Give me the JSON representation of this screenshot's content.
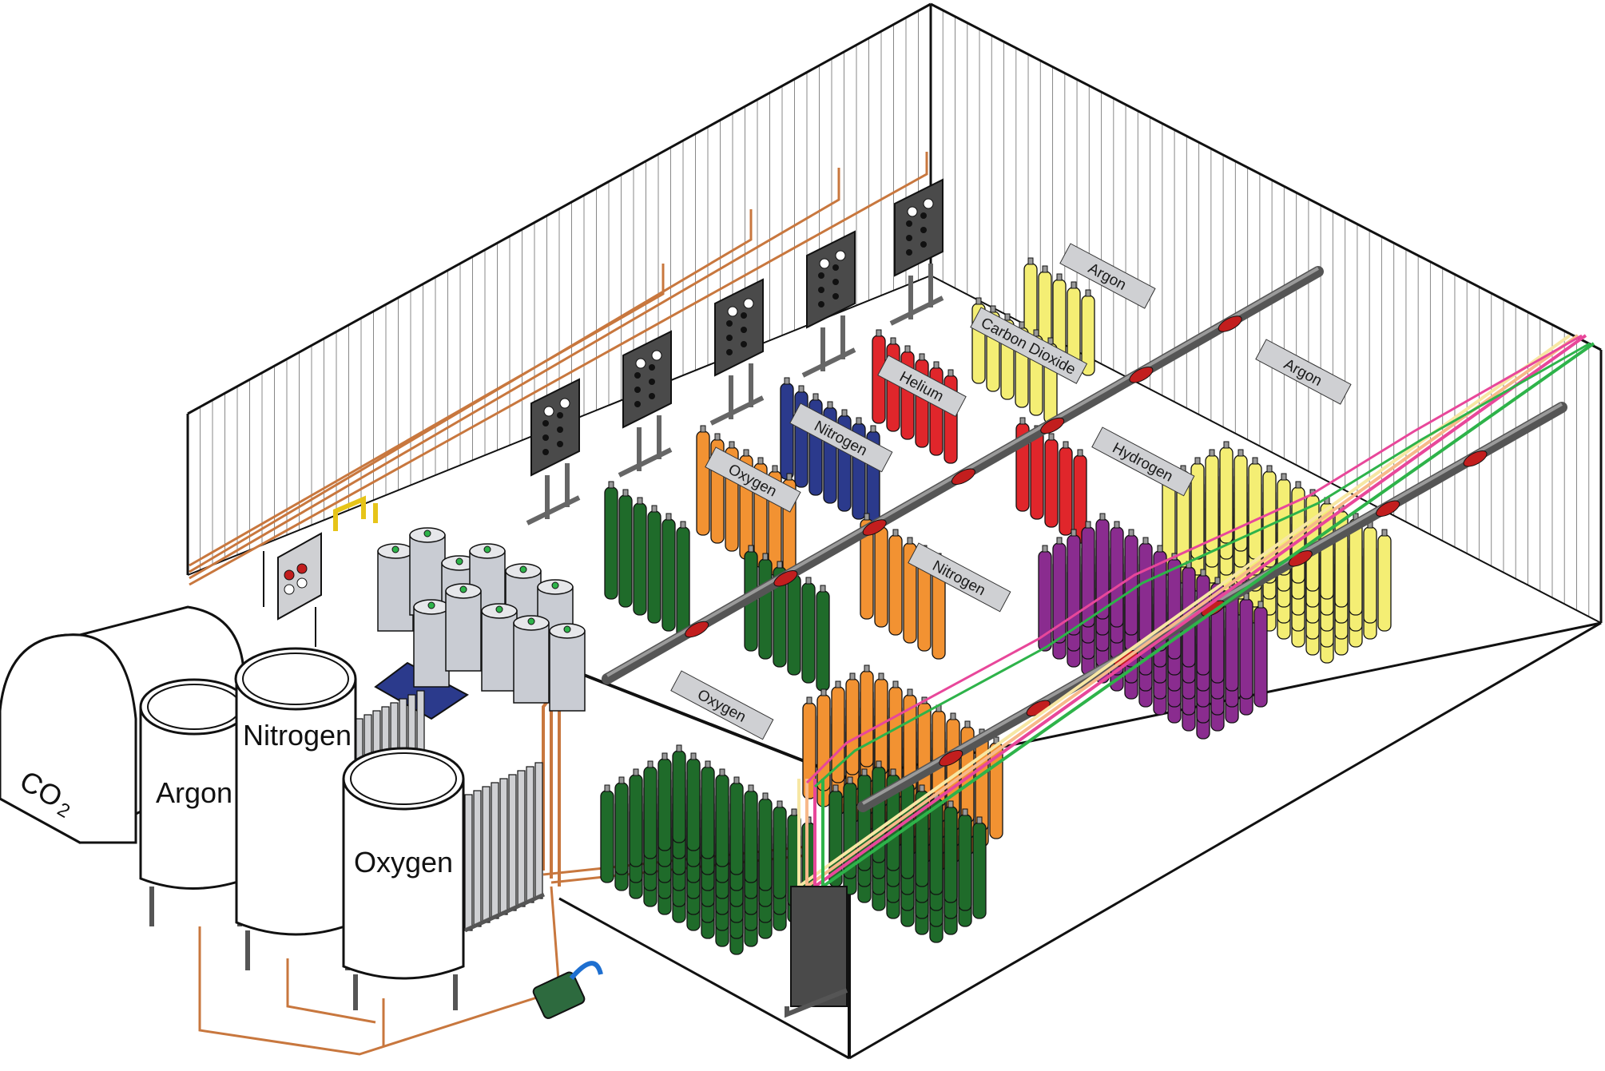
{
  "tanks": {
    "co2": "CO",
    "co2_sub": "2",
    "argon": "Argon",
    "nitrogen": "Nitrogen",
    "oxygen": "Oxygen"
  },
  "signs": {
    "argon_back": "Argon",
    "carbon_dioxide": "Carbon Dioxide",
    "helium": "Helium",
    "nitrogen_back": "Nitrogen",
    "oxygen_back": "Oxygen",
    "argon_right": "Argon",
    "hydrogen": "Hydrogen",
    "nitrogen_mid": "Nitrogen",
    "oxygen_front": "Oxygen"
  },
  "colors": {
    "oxygen": "#1f6b2a",
    "nitrogen_blue": "#2b3a8c",
    "helium": "#e0262b",
    "carbon_dioxide": "#f4ee74",
    "nitrogen_orange": "#f29232",
    "hydrogen": "#8a2c8f",
    "argon": "#f4ee74",
    "copper_pipe": "#c8773e",
    "rail": "#6b6b6b",
    "marker": "#c21e1e",
    "manifold_panel": "#4a4a4a",
    "dewar": "#c9ccd3",
    "pipe_pink": "#e8479a",
    "pipe_peach": "#f7b98a",
    "pipe_green": "#2eb34a",
    "pipe_cream": "#f7e7a4",
    "pump_blue": "#1e6fd0"
  }
}
